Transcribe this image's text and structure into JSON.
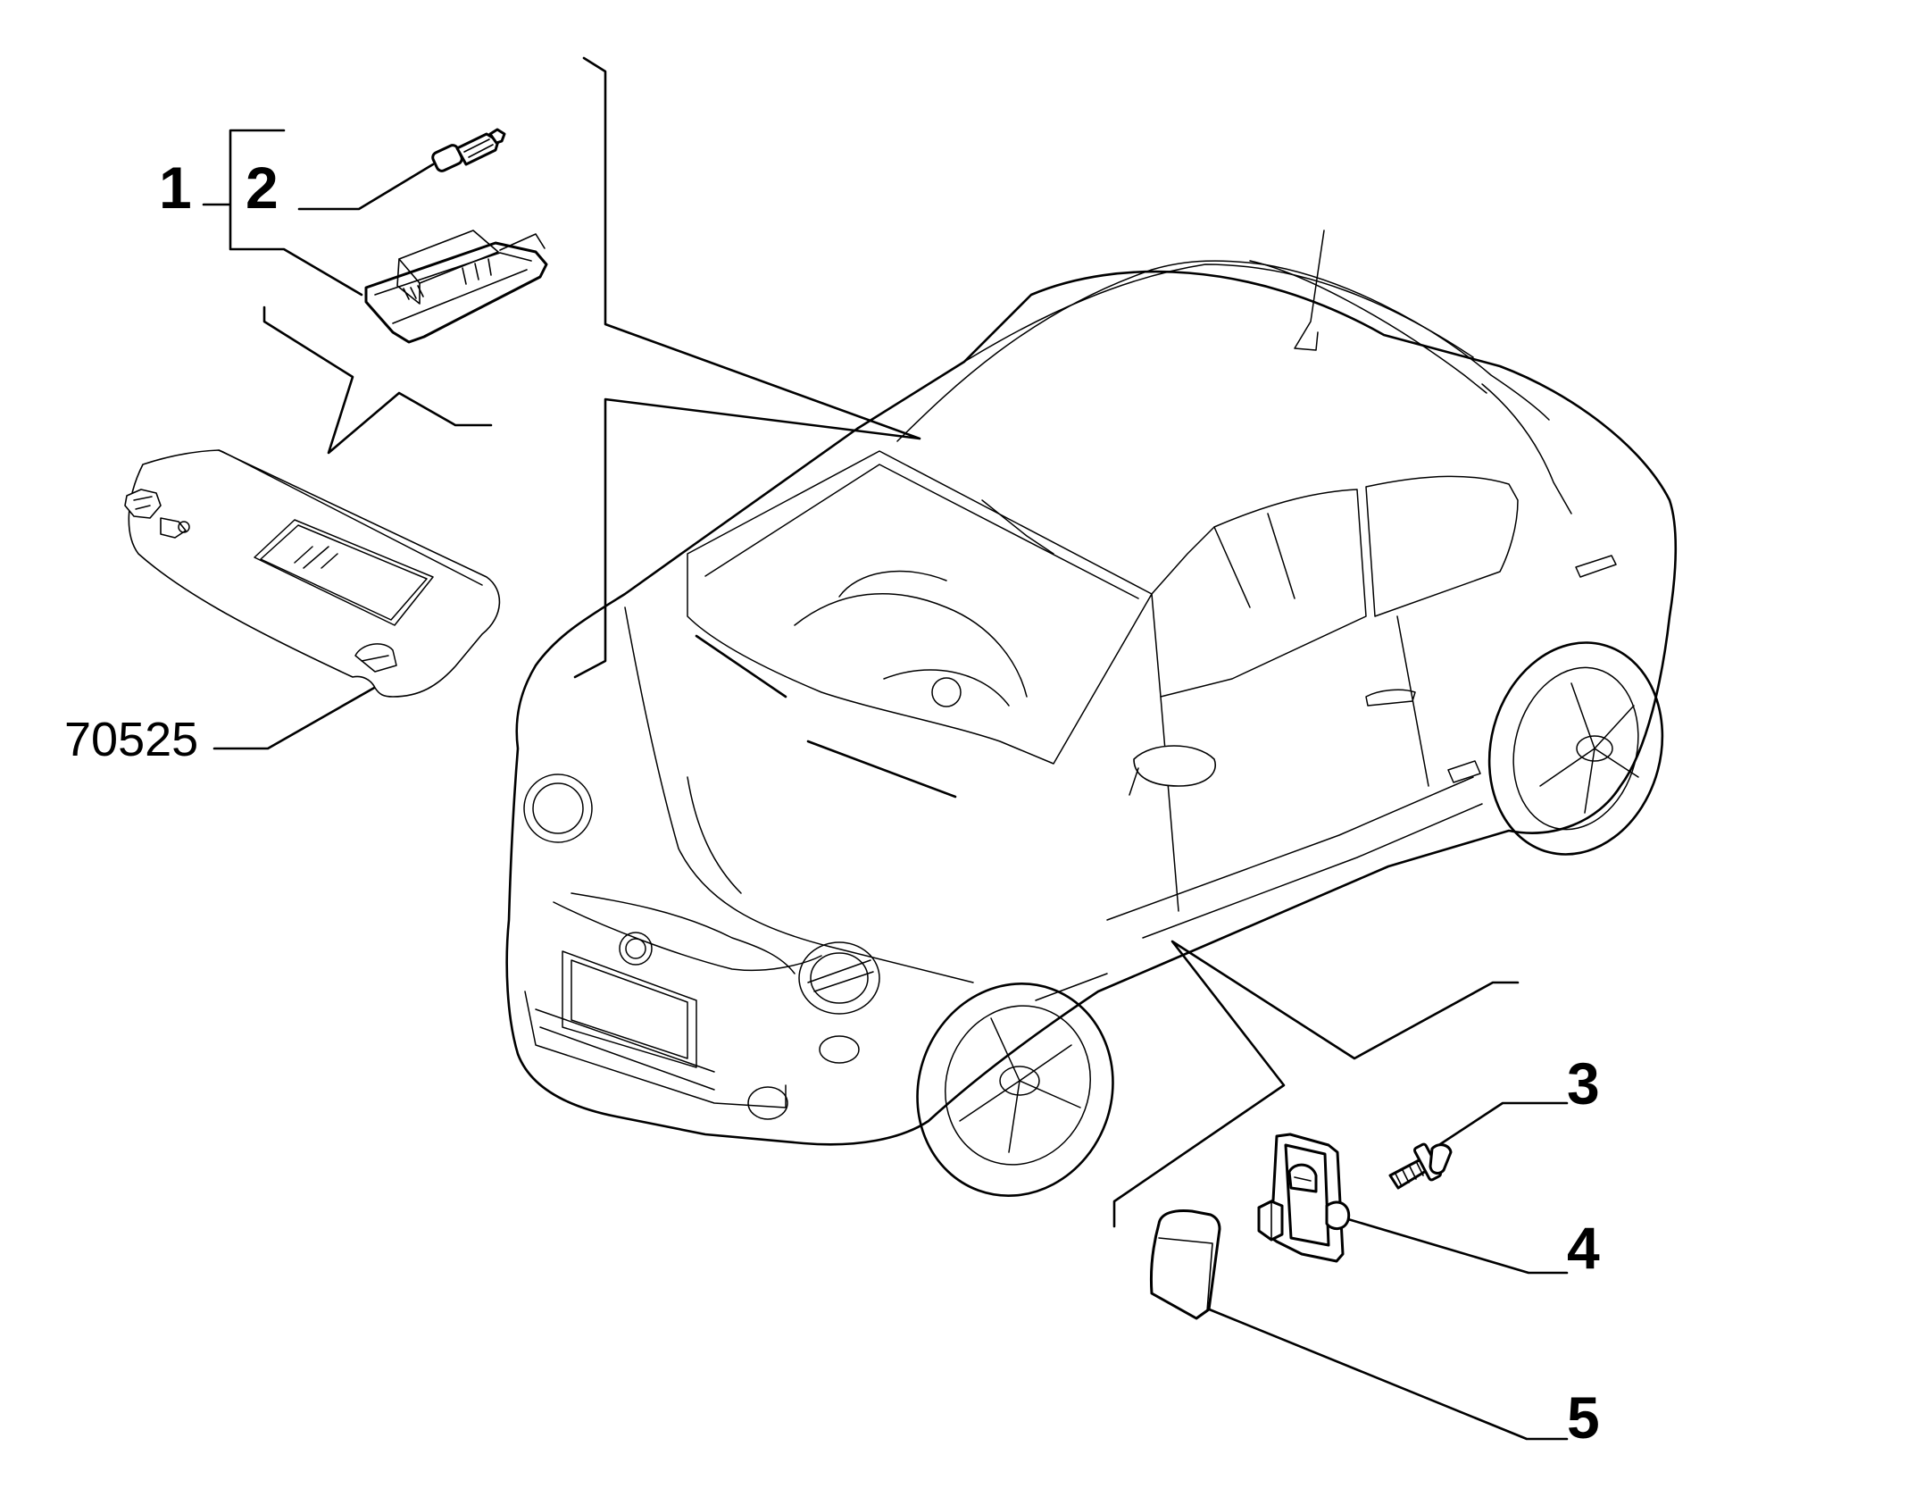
{
  "diagram": {
    "callouts": [
      {
        "id": "1",
        "label": "1"
      },
      {
        "id": "2",
        "label": "2"
      },
      {
        "id": "3",
        "label": "3"
      },
      {
        "id": "4",
        "label": "4"
      },
      {
        "id": "5",
        "label": "5"
      }
    ],
    "reference": "70525"
  }
}
